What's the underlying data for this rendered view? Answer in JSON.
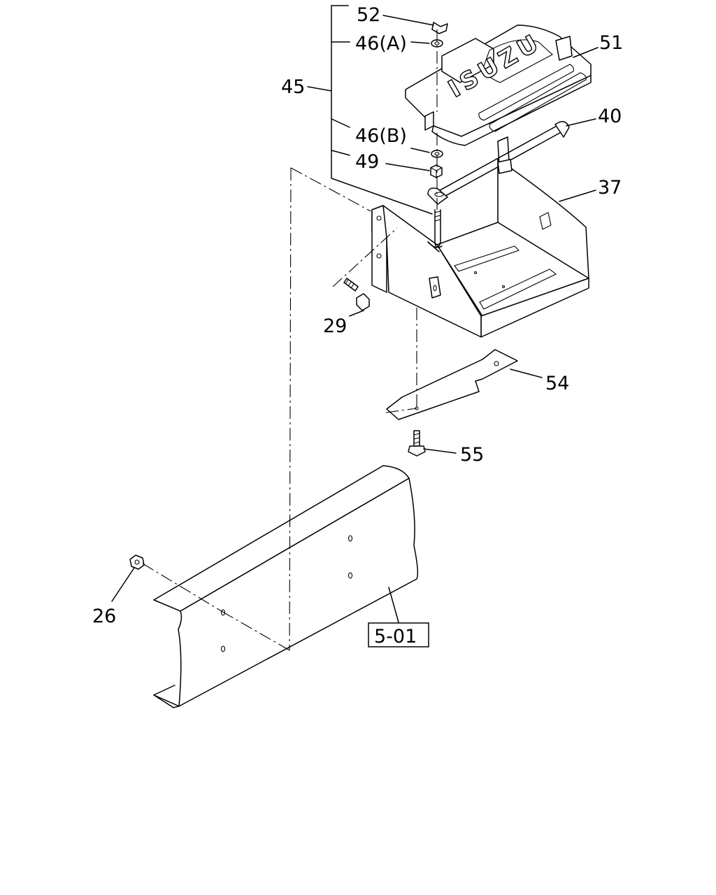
{
  "diagram": {
    "brand_text": "ISUZU",
    "reference_box": "5-01",
    "callouts": {
      "p52": "52",
      "p46a": "46(A)",
      "p45": "45",
      "p46b": "46(B)",
      "p49": "49",
      "p51": "51",
      "p40": "40",
      "p37": "37",
      "p29": "29",
      "p54": "54",
      "p55": "55",
      "p26": "26"
    }
  }
}
